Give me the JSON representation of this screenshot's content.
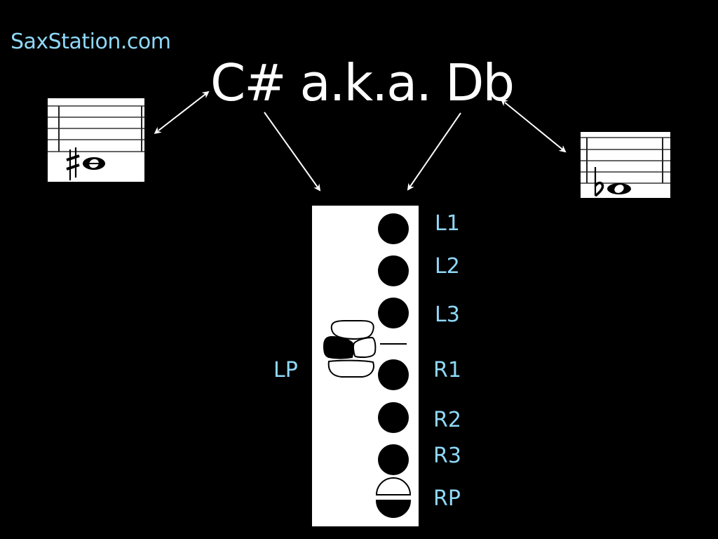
{
  "site": {
    "label": "SaxStation.com"
  },
  "title": {
    "text": "C# a.k.a. Db"
  },
  "notation": {
    "left": {
      "note": "C#",
      "accidental": "sharp",
      "accidental_glyph": "♯"
    },
    "right": {
      "note": "Db",
      "accidental": "flat",
      "accidental_glyph": "♭"
    }
  },
  "fingering_chart": {
    "keys": [
      {
        "id": "L1",
        "label": "L1",
        "state": "closed"
      },
      {
        "id": "L2",
        "label": "L2",
        "state": "closed"
      },
      {
        "id": "L3",
        "label": "L3",
        "state": "closed"
      },
      {
        "id": "R1",
        "label": "R1",
        "state": "closed"
      },
      {
        "id": "R2",
        "label": "R2",
        "state": "closed"
      },
      {
        "id": "R3",
        "label": "R3",
        "state": "closed"
      },
      {
        "id": "RP",
        "label": "RP",
        "state": "bottom-half-pressed"
      }
    ],
    "pinky_table": {
      "label": "LP",
      "pressed_key": "left-middle"
    }
  },
  "colors": {
    "background": "#000000",
    "title": "#ffffff",
    "accent": "#8fd8f8",
    "panel": "#ffffff",
    "ink": "#000000"
  }
}
